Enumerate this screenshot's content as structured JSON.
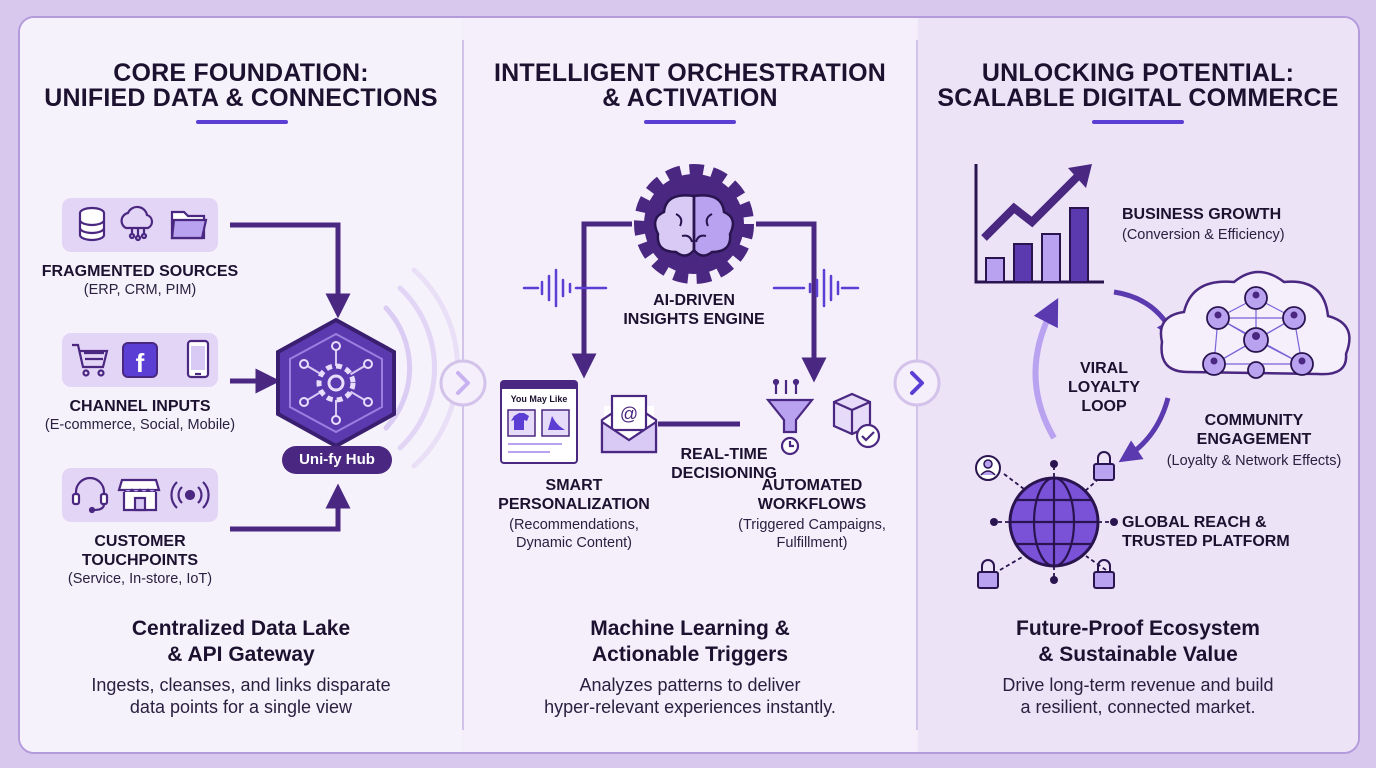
{
  "panels": [
    {
      "title_line1": "CORE FOUNDATION:",
      "title_line2": "UNIFIED DATA & CONNECTIONS",
      "bottom_title_line1": "Centralized Data Lake",
      "bottom_title_line2": "& API Gateway",
      "bottom_desc_line1": "Ingests, cleanses, and links disparate",
      "bottom_desc_line2": "data points for a single view"
    },
    {
      "title_line1": "INTELLIGENT ORCHESTRATION",
      "title_line2": "& ACTIVATION",
      "bottom_title_line1": "Machine Learning &",
      "bottom_title_line2": "Actionable Triggers",
      "bottom_desc_line1": "Analyzes patterns to deliver",
      "bottom_desc_line2": "hyper-relevant experiences instantly."
    },
    {
      "title_line1": "UNLOCKING POTENTIAL:",
      "title_line2": "SCALABLE DIGITAL COMMERCE",
      "bottom_title_line1": "Future-Proof Ecosystem",
      "bottom_title_line2": "& Sustainable Value",
      "bottom_desc_line1": "Drive long-term revenue and build",
      "bottom_desc_line2": "a resilient, connected market."
    }
  ],
  "foundation": {
    "sources_label": "FRAGMENTED SOURCES",
    "sources_sub": "(ERP, CRM, PIM)",
    "channels_label": "CHANNEL INPUTS",
    "channels_sub": "(E-commerce, Social, Mobile)",
    "touch_label_line1": "CUSTOMER",
    "touch_label_line2": "TOUCHPOINTS",
    "touch_sub": "(Service, In-store, IoT)",
    "hub_label": "Uni-fy Hub"
  },
  "orchestration": {
    "engine_line1": "AI-DRIVEN",
    "engine_line2": "INSIGHTS ENGINE",
    "card_title": "You May Like",
    "realtime_line1": "REAL-TIME",
    "realtime_line2": "DECISIONING",
    "smart_line1": "SMART",
    "smart_line2": "PERSONALIZATION",
    "smart_sub_line1": "(Recommendations,",
    "smart_sub_line2": "Dynamic Content)",
    "auto_line1": "AUTOMATED",
    "auto_line2": "WORKFLOWS",
    "auto_sub_line1": "(Triggered Campaigns,",
    "auto_sub_line2": "Fulfillment)"
  },
  "commerce": {
    "growth_label": "BUSINESS GROWTH",
    "growth_sub": "(Conversion & Efficiency)",
    "loop_line1": "VIRAL",
    "loop_line2": "LOYALTY",
    "loop_line3": "LOOP",
    "community_line1": "COMMUNITY",
    "community_line2": "ENGAGEMENT",
    "community_sub": "(Loyalty & Network Effects)",
    "global_line1": "GLOBAL REACH &",
    "global_line2": "TRUSTED PLATFORM"
  },
  "colors": {
    "accent": "#5b3fd4",
    "dark_purple": "#4a2780",
    "light_purple": "#e3d5f5",
    "icon_fill": "#b9a2ef"
  }
}
